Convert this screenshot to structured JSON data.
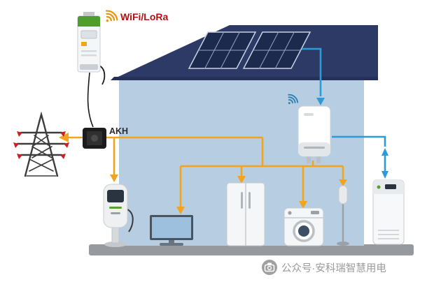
{
  "scene": {
    "labels": {
      "wifi_lora": "WiFi/LoRa",
      "ct_model": "AKH",
      "watermark": "公众号·安科瑞智慧用电"
    },
    "colors": {
      "accent_orange": "#F2A41C",
      "accent_blue": "#2E9BD6",
      "roof_navy": "#2E3A66",
      "wall_blue": "#B7CDE2",
      "solar_panel_dark": "#1C2B4D",
      "label_red": "#B01111",
      "tower_gray": "#3D3D3D",
      "flow_arrow_red": "#CC2020",
      "meter_cap_green": "#4F9D2E",
      "ground_gray": "#96999D",
      "watermark_gray": "#9B9B9B"
    },
    "icons": [
      {
        "name": "wifi-lora-icon",
        "glyph": "wifi-arcs"
      },
      {
        "name": "inverter-wifi-icon",
        "glyph": "wifi-arcs"
      },
      {
        "name": "official-account-icon",
        "glyph": "camera-circle"
      }
    ],
    "components": [
      "transmission-tower",
      "wireless-energy-meter",
      "current-transformer-akh",
      "house",
      "solar-panels",
      "pv-inverter",
      "ev-charger",
      "tv",
      "refrigerator",
      "washing-machine",
      "floor-lamp",
      "battery-storage"
    ]
  }
}
